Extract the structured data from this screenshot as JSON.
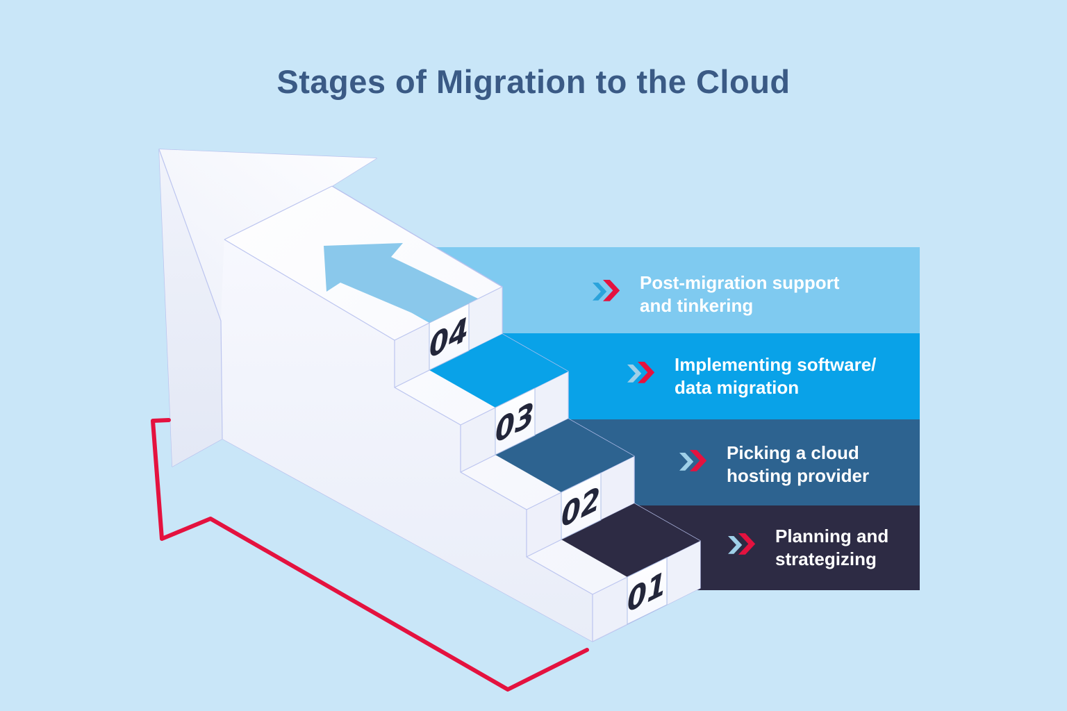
{
  "title": "Stages of Migration to the Cloud",
  "colors": {
    "background": "#c9e6f8",
    "title_text": "#3a5a85",
    "number_text": "#23263a",
    "edge_line": "#b9c2ee",
    "red_accent": "#e4123f",
    "arrow_glyph_blue": "#8ac8eb",
    "chevron_red": "#e4123f"
  },
  "stages": [
    {
      "number": "04",
      "line1": "Post-migration support",
      "line2": "and tinkering",
      "band_color": "#7fcaf0",
      "chevron_first_color": "#2ba3db"
    },
    {
      "number": "03",
      "line1": "Implementing software/",
      "line2": "data migration",
      "band_color": "#09a2e8",
      "chevron_first_color": "#9fd0e8"
    },
    {
      "number": "02",
      "line1": "Picking a cloud",
      "line2": "hosting provider",
      "band_color": "#2d6390",
      "chevron_first_color": "#9fd0e8"
    },
    {
      "number": "01",
      "line1": "Planning and",
      "line2": "strategizing",
      "band_color": "#2d2b44",
      "chevron_first_color": "#9fd0e8"
    }
  ]
}
